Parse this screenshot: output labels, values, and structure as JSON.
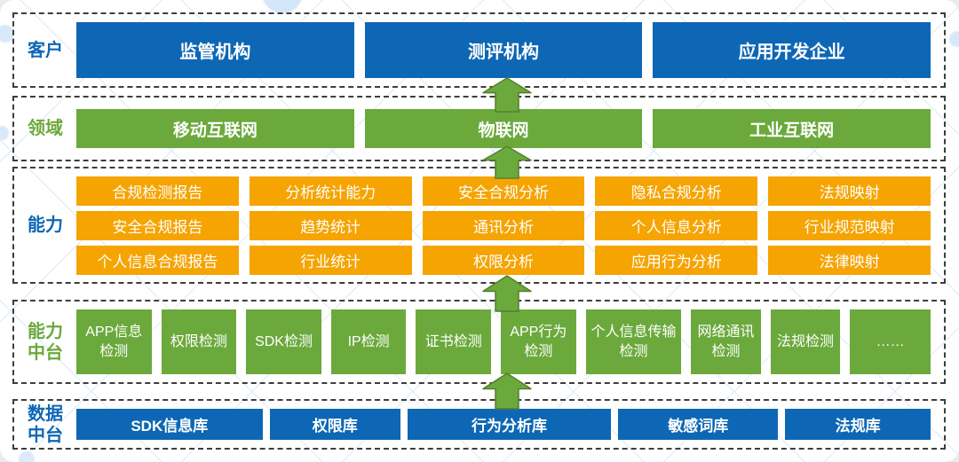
{
  "colors": {
    "box_blue": "#0e67b5",
    "box_green": "#6ba93c",
    "box_orange": "#f5a402",
    "label_blue": "#0e67b5",
    "label_green": "#6ba93c",
    "dashed_border": "#3d3d3d",
    "arrow_fill": "#6ba93c",
    "arrow_stroke": "#527e2c",
    "background_pattern": "#cde3f8"
  },
  "layers": {
    "customer": {
      "label": "客户",
      "boxes": [
        "监管机构",
        "测评机构",
        "应用开发企业"
      ]
    },
    "domain": {
      "label": "领域",
      "boxes": [
        "移动互联网",
        "物联网",
        "工业互联网"
      ]
    },
    "capability": {
      "label": "能力",
      "rows": [
        [
          "合规检测报告",
          "分析统计能力",
          "安全合规分析",
          "隐私合规分析",
          "法规映射"
        ],
        [
          "安全合规报告",
          "趋势统计",
          "通讯分析",
          "个人信息分析",
          "行业规范映射"
        ],
        [
          "个人信息合规报告",
          "行业统计",
          "权限分析",
          "应用行为分析",
          "法律映射"
        ]
      ]
    },
    "capability_platform": {
      "label": "能力中台",
      "boxes": [
        "APP信息检测",
        "权限检测",
        "SDK检测",
        "IP检测",
        "证书检测",
        "APP行为检测",
        "个人信息传输检测",
        "网络通讯检测",
        "法规检测",
        "……"
      ]
    },
    "data_platform": {
      "label": "数据中台",
      "boxes": [
        "SDK信息库",
        "权限库",
        "行为分析库",
        "敏感词库",
        "法规库"
      ]
    }
  }
}
